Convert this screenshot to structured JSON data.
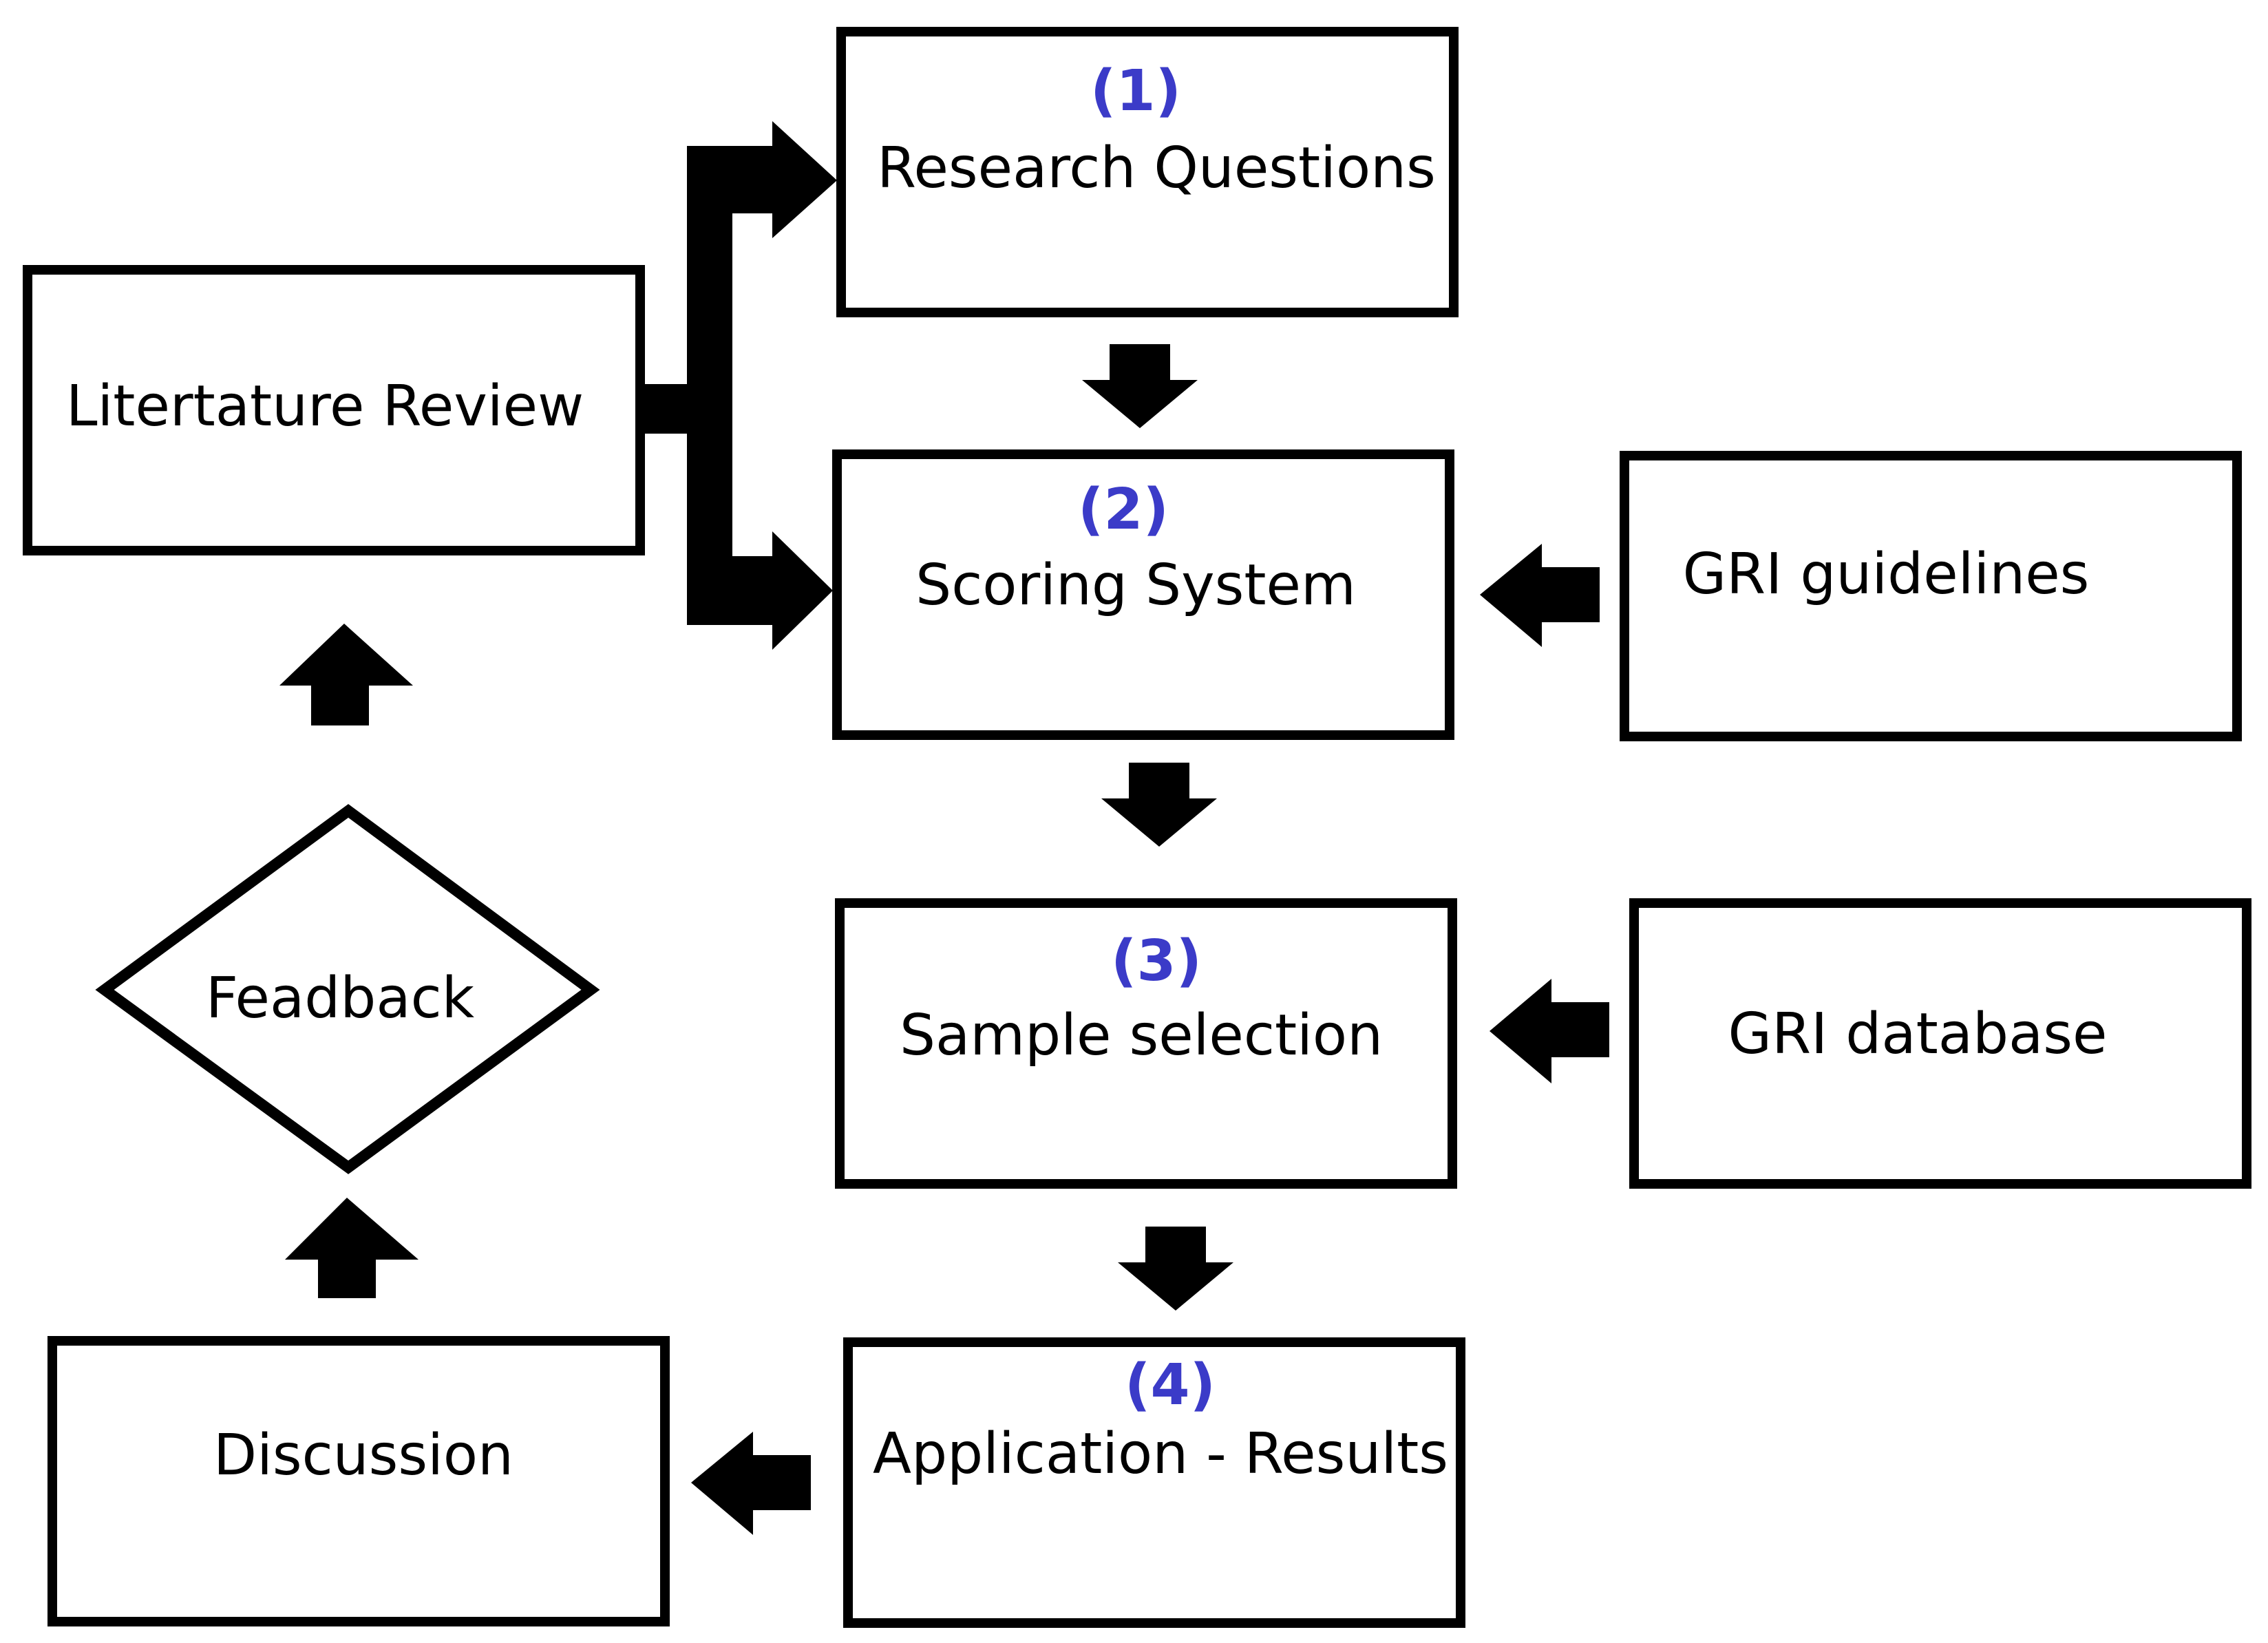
{
  "colors": {
    "stroke": "#000000",
    "number": "#3b3bc8",
    "background": "#ffffff"
  },
  "nodes": {
    "research_questions": {
      "number": "(1)",
      "label": "Research Questions"
    },
    "scoring_system": {
      "number": "(2)",
      "label": "Scoring System"
    },
    "sample_selection": {
      "number": "(3)",
      "label": "Sample selection"
    },
    "application_results": {
      "number": "(4)",
      "label": "Application - Results"
    },
    "literature_review": {
      "label": "Litertature Review"
    },
    "gri_guidelines": {
      "label": "GRI guidelines"
    },
    "gri_database": {
      "label": "GRI database"
    },
    "discussion": {
      "label": "Discussion"
    },
    "feedback": {
      "label": "Feadback"
    }
  }
}
